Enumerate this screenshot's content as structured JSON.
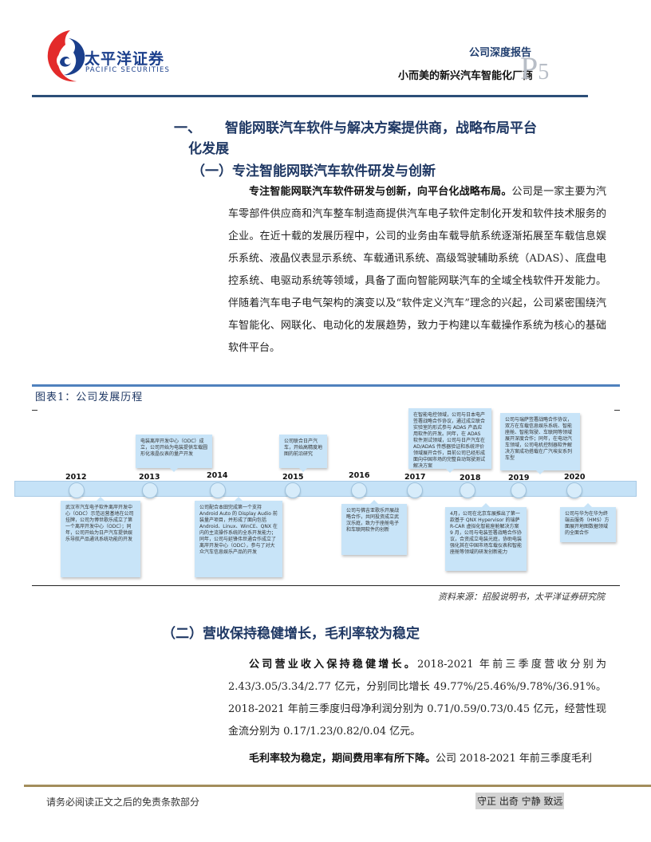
{
  "header": {
    "logo": {
      "cn": "太平洋证券",
      "en": "PACIFIC SECURITIES",
      "icon": "pacific-securities-logo"
    },
    "report_type": "公司深度报告",
    "report_title": "小而美的新兴汽车智能化厂商",
    "page_letter": "P",
    "page_number": "5"
  },
  "section1": {
    "number": "一、",
    "title_line1": "智能网联汽车软件与解决方案提供商，战略布局平台",
    "title_line2": "化发展",
    "sub1": {
      "title": "（一）专注智能网联汽车软件研发与创新",
      "bold_lead": "专注智能网联汽车软件研发与创新，向平台化战略布局。",
      "body": "公司是一家主要为汽车零部件供应商和汽车整车制造商提供汽车电子软件定制化开发和软件技术服务的企业。在近十载的发展历程中，公司的业务由车载导航系统逐渐拓展至车载信息娱乐系统、液晶仪表显示系统、车载通讯系统、高级驾驶辅助系统（ADAS）、底盘电控系统、电驱动系统等领域，具备了面向智能网联汽车的全域全栈软件开发能力。伴随着汽车电子电气架构的演变以及“软件定义汽车”理念的兴起，公司紧密围绕汽车智能化、网联化、电动化的发展趋势，致力于构建以车载操作系统为核心的基础软件平台。"
    }
  },
  "figure": {
    "title": "图表1：公司发展历程",
    "source": "资料来源：招股说明书，太平洋证券研究院",
    "timeline": [
      {
        "year": "2012",
        "position": "below",
        "text": "武汉市汽车电子软件离岸开发中心（ODC）示范运营基地在公司挂牌，公司为博世歌乐成立了第一个离岸开发中心（ODC）；同年，公司开始为日产汽车提供娱乐导航产品通讯系统功能的开发"
      },
      {
        "year": "2013",
        "position": "above",
        "text": "电装离岸开发中心（ODC）成立，公司开始为电装提供车载圆形化液晶仪表的量产开发"
      },
      {
        "year": "2014",
        "position": "below",
        "text": "公司配合本田完成第一个支持 Android Auto 的 Display Audio 前装量产项目，并形成了面向包括 Android、Linux、WinCE、QNX 在内的主流操作系统的全系开发能力；同年，公司与延锋伟世通合作成立了离岸开发中心（ODC），参与了对大众汽车信息娱乐产品的开发"
      },
      {
        "year": "2015",
        "position": "above",
        "text": "公司联合日产汽车，开始高精度地图的前沿研究"
      },
      {
        "year": "2016",
        "position": "below",
        "text": "公司与佛吉亚歌乐开展战略合作，共同投资成立武汉乐庭，致力于座舱电子和车联网软件的创新"
      },
      {
        "year": "2017",
        "position": "above",
        "text": "在智能电控领域，公司与日本电产签署战略合作协议，通过成立联合实验室的形式参与 ADAS 产品应用软件的开发。同年，在 ADAS 软件测试领域，公司与日产汽车在 AD/ADAS 传感器验证和系统评价领域展开合作，目前公司已经形成面向中国市场的完整自动驾驶测试解决方案"
      },
      {
        "year": "2018",
        "position": "below",
        "text": "4月，公司在北京车展推出了第一款基于 QNX Hypervisor 的瑞萨 R-CAR 虚拟化智能座舱解决方案\n9 月，公司与电装签署战略合作协议，合资成立电装光庭，协助电装强化其在中国市场车载仪表和智能座舱等领域的研发创新能力"
      },
      {
        "year": "2019",
        "position": "above",
        "text": "公司与瑞萨签署战略合作协议，双方在车载信息娱乐系统、智能座舱、智能驾驶、车联网等领域展开深度合作；同年，在电动汽车领域，公司电机控制器软件解决方案成功搭载在广汽埃安系列车型"
      },
      {
        "year": "2020",
        "position": "below",
        "text": "公司与华为在华为终端云服务（HMS）方面展开地图数据领域的全面合作"
      }
    ]
  },
  "section2": {
    "title": "（二）营收保持稳健增长，毛利率较为稳定",
    "para1": {
      "bold_lead": "公司营业收入保持稳健增长。",
      "body": "2018-2021 年前三季度营收分别为 2.43/3.05/3.34/2.77 亿元，分别同比增长 49.77%/25.46%/9.78%/36.91%。2018-2021 年前三季度归母净利润分别为 0.71/0.59/0.73/0.45 亿元，经营性现金流分别为 0.17/1.23/0.82/0.04 亿元。"
    },
    "para2": {
      "bold_lead": "毛利率较为稳定，期间费用率有所下降。",
      "body": "公司 2018-2021 年前三季度毛利"
    }
  },
  "footer": {
    "disclaimer": "请务必阅读正文之后的免责条款部分",
    "motto": "守正 出奇 宁静 致远"
  },
  "colors": {
    "heading": "#1f3864",
    "header_rule": "#2c4e78",
    "figure_rule": "#4f81bd",
    "timeline_band": "#c5e2f7",
    "card_fill": "#c8e4f8",
    "footer_rule": "#a38d5b",
    "logo_red": "#e32a2a",
    "logo_blue": "#1b3f8c"
  }
}
